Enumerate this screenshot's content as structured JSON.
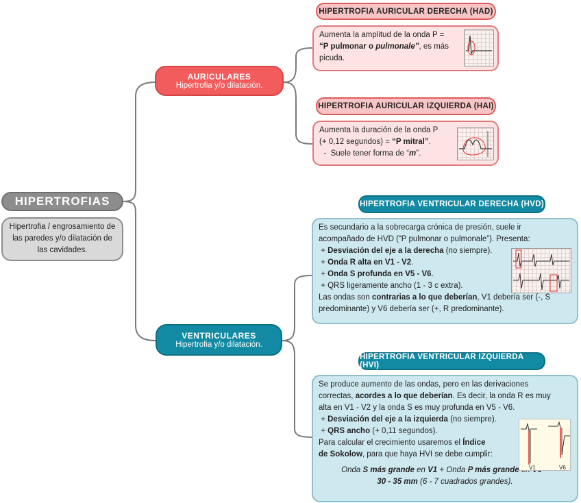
{
  "root": {
    "title": "HIPERTROFIAS",
    "note": "Hipertrofia / engrosamiento de las paredes y/o dilatación de las cavidades."
  },
  "auriculares": {
    "title": "AURICULARES",
    "subtitle": "Hipertrofia y/o dilatación."
  },
  "ventriculares": {
    "title": "VENTRICULARES",
    "subtitle": "Hipertrofia y/o dilatación."
  },
  "had": {
    "header": "HIPERTROFIA AURICULAR DERECHA (HAD)",
    "l1": "Aumenta la amplitud de la onda P =",
    "l2a": "“P pulmonar o ",
    "l2b": "pulmonale”",
    "l2c": ", es más",
    "l3": "picuda."
  },
  "hai": {
    "header": "HIPERTROFIA AURICULAR IZQUIERDA (HAI)",
    "l1": "Aumenta la duración de la onda P",
    "l2a": "(+ 0,12 segundos) = ",
    "l2b": "“P mitral”",
    "l2c": ".",
    "l3a": "  -  Suele tener forma de “",
    "l3b": "m",
    "l3c": "”."
  },
  "hvd": {
    "header": "HIPERTROFIA VENTRICULAR DERECHA (HVD)",
    "l1": "Es secundario a la sobrecarga crónica de presión, suele ir",
    "l2": "acompañado de HVD (“P pulmonar o pulmonale”). Presenta:",
    "i1a": "+ ",
    "i1b": "Desviación del eje a la derecha",
    "i1c": " (no siempre).",
    "i2a": "+ ",
    "i2b": "Onda R alta en V1 - V2",
    "i2c": ".",
    "i3a": "+ ",
    "i3b": "Onda S profunda en V5 - V6",
    "i3c": ".",
    "i4": "+ QRS ligeramente ancho (1 - 3 c extra).",
    "l3a": "Las ondas son ",
    "l3b": "contrarias a lo que deberían",
    "l3c": ", V1 debería ser (-, S",
    "l4": "predominante) y V6 debería ser (+, R predominante)."
  },
  "hvi": {
    "header": "HIPERTROFIA VENTRICULAR IZQUIERDA (HVI)",
    "l1": "Se produce aumento de las ondas, pero en las derivaciones",
    "l2a": "correctas, ",
    "l2b": "acordes a lo que deberían",
    "l2c": ". Es decir, la onda R es muy",
    "l3": "alta en V1 - V2 y la onda S es muy profunda en V5 - V6.",
    "i1a": "+ ",
    "i1b": "Desviación del eje a la izquierda",
    "i1c": " (no siempre).",
    "i2a": "+ ",
    "i2b": "QRS ancho",
    "i2c": " (+ 0,11 segundos).",
    "l4a": "Para calcular el crecimiento usaremos el ",
    "l4b": "Índice",
    "l5a": "de Sokolow",
    "l5b": ", para que haya HVI se debe cumplir:",
    "f1a": "Onda ",
    "f1b": "S más grande",
    "f1c": " en ",
    "f1d": "V1",
    "f1e": " + Onda ",
    "f1f": "P más grande",
    "f1g": " en ",
    "f1h": "V6",
    "f1i": " =",
    "f2a": "30 - 35 mm",
    "f2b": " (6 - 7 cuadrados grandes).",
    "ecg_label_left": "V1",
    "ecg_label_right": "V6"
  }
}
